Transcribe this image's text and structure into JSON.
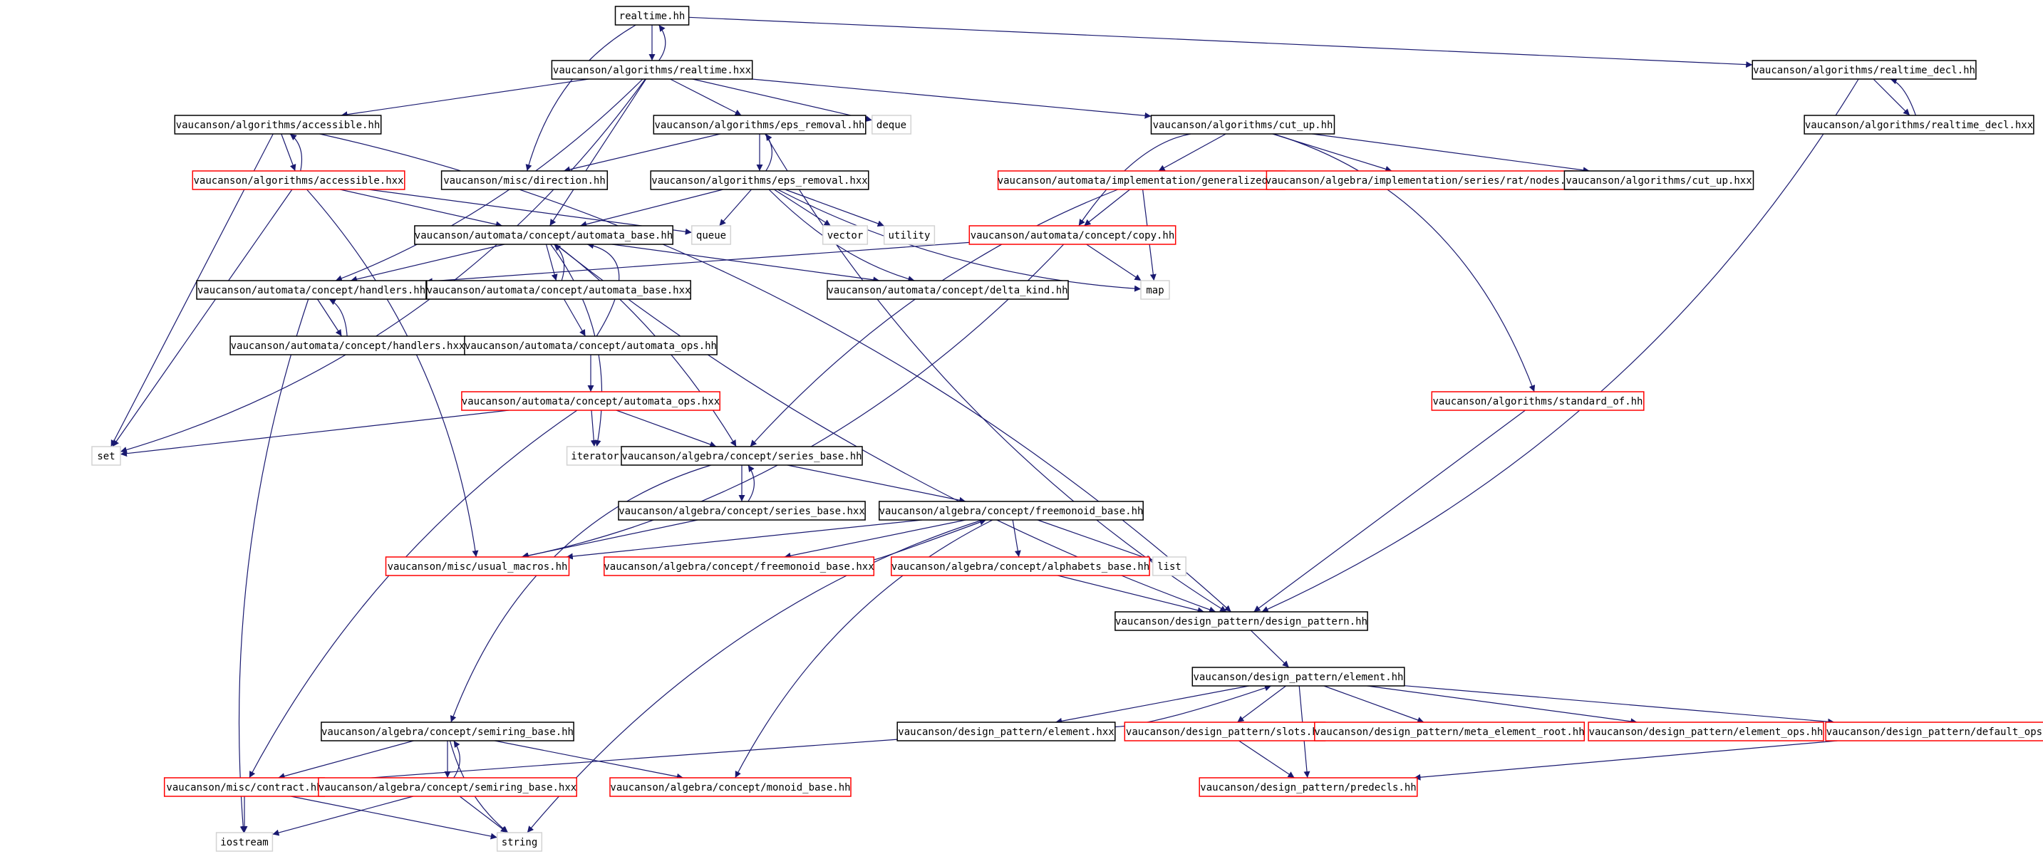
{
  "colors": {
    "node_border_normal": "#000000",
    "node_border_external": "#ff0000",
    "node_border_plain": "#d3d3d3",
    "root_fill": "#bfbfbf",
    "edge_color": "#191970"
  },
  "nodes": [
    {
      "id": "n_realtime_hh",
      "label": "realtime.hh",
      "kind": "root"
    },
    {
      "id": "n_alg_realtime_hxx",
      "label": "vaucanson/algorithms/realtime.hxx",
      "kind": "normal"
    },
    {
      "id": "n_alg_realtime_decl_hh",
      "label": "vaucanson/algorithms/realtime_decl.hh",
      "kind": "normal"
    },
    {
      "id": "n_alg_realtime_decl_hxx",
      "label": "vaucanson/algorithms/realtime_decl.hxx",
      "kind": "normal"
    },
    {
      "id": "n_alg_accessible_hh",
      "label": "vaucanson/algorithms/accessible.hh",
      "kind": "normal"
    },
    {
      "id": "n_alg_eps_removal_hh",
      "label": "vaucanson/algorithms/eps_removal.hh",
      "kind": "normal"
    },
    {
      "id": "n_deque",
      "label": "deque",
      "kind": "plain"
    },
    {
      "id": "n_alg_cut_up_hh",
      "label": "vaucanson/algorithms/cut_up.hh",
      "kind": "normal"
    },
    {
      "id": "n_alg_accessible_hxx",
      "label": "vaucanson/algorithms/accessible.hxx",
      "kind": "external"
    },
    {
      "id": "n_misc_direction_hh",
      "label": "vaucanson/misc/direction.hh",
      "kind": "normal"
    },
    {
      "id": "n_alg_eps_removal_hxx",
      "label": "vaucanson/algorithms/eps_removal.hxx",
      "kind": "normal"
    },
    {
      "id": "n_aut_impl_generalized_hh",
      "label": "vaucanson/automata/implementation/generalized.hh",
      "kind": "external"
    },
    {
      "id": "n_algebra_impl_rat_nodes_hh",
      "label": "vaucanson/algebra/implementation/series/rat/nodes.hh",
      "kind": "external"
    },
    {
      "id": "n_alg_cut_up_hxx",
      "label": "vaucanson/algorithms/cut_up.hxx",
      "kind": "normal"
    },
    {
      "id": "n_aut_automata_base_hh",
      "label": "vaucanson/automata/concept/automata_base.hh",
      "kind": "normal"
    },
    {
      "id": "n_queue",
      "label": "queue",
      "kind": "plain"
    },
    {
      "id": "n_vector",
      "label": "vector",
      "kind": "plain"
    },
    {
      "id": "n_utility",
      "label": "utility",
      "kind": "plain"
    },
    {
      "id": "n_aut_copy_hh",
      "label": "vaucanson/automata/concept/copy.hh",
      "kind": "external"
    },
    {
      "id": "n_aut_handlers_hh",
      "label": "vaucanson/automata/concept/handlers.hh",
      "kind": "normal"
    },
    {
      "id": "n_aut_automata_base_hxx",
      "label": "vaucanson/automata/concept/automata_base.hxx",
      "kind": "normal"
    },
    {
      "id": "n_aut_delta_kind_hh",
      "label": "vaucanson/automata/concept/delta_kind.hh",
      "kind": "normal"
    },
    {
      "id": "n_map",
      "label": "map",
      "kind": "plain"
    },
    {
      "id": "n_aut_handlers_hxx",
      "label": "vaucanson/automata/concept/handlers.hxx",
      "kind": "normal"
    },
    {
      "id": "n_aut_automata_ops_hh",
      "label": "vaucanson/automata/concept/automata_ops.hh",
      "kind": "normal"
    },
    {
      "id": "n_aut_automata_ops_hxx",
      "label": "vaucanson/automata/concept/automata_ops.hxx",
      "kind": "external"
    },
    {
      "id": "n_alg_standard_of_hh",
      "label": "vaucanson/algorithms/standard_of.hh",
      "kind": "external"
    },
    {
      "id": "n_set",
      "label": "set",
      "kind": "plain"
    },
    {
      "id": "n_iterator",
      "label": "iterator",
      "kind": "plain"
    },
    {
      "id": "n_algebra_series_base_hh",
      "label": "vaucanson/algebra/concept/series_base.hh",
      "kind": "normal"
    },
    {
      "id": "n_algebra_series_base_hxx",
      "label": "vaucanson/algebra/concept/series_base.hxx",
      "kind": "normal"
    },
    {
      "id": "n_algebra_freemonoid_base_hh",
      "label": "vaucanson/algebra/concept/freemonoid_base.hh",
      "kind": "normal"
    },
    {
      "id": "n_misc_usual_macros_hh",
      "label": "vaucanson/misc/usual_macros.hh",
      "kind": "external"
    },
    {
      "id": "n_algebra_freemonoid_base_hxx",
      "label": "vaucanson/algebra/concept/freemonoid_base.hxx",
      "kind": "external"
    },
    {
      "id": "n_algebra_alphabets_base_hh",
      "label": "vaucanson/algebra/concept/alphabets_base.hh",
      "kind": "external"
    },
    {
      "id": "n_list",
      "label": "list",
      "kind": "plain"
    },
    {
      "id": "n_dp_design_pattern_hh",
      "label": "vaucanson/design_pattern/design_pattern.hh",
      "kind": "normal"
    },
    {
      "id": "n_dp_element_hh",
      "label": "vaucanson/design_pattern/element.hh",
      "kind": "normal"
    },
    {
      "id": "n_algebra_semiring_base_hh",
      "label": "vaucanson/algebra/concept/semiring_base.hh",
      "kind": "normal"
    },
    {
      "id": "n_dp_element_hxx",
      "label": "vaucanson/design_pattern/element.hxx",
      "kind": "normal"
    },
    {
      "id": "n_dp_slots_hh",
      "label": "vaucanson/design_pattern/slots.hh",
      "kind": "external"
    },
    {
      "id": "n_dp_meta_element_root_hh",
      "label": "vaucanson/design_pattern/meta_element_root.hh",
      "kind": "external"
    },
    {
      "id": "n_dp_element_ops_hh",
      "label": "vaucanson/design_pattern/element_ops.hh",
      "kind": "external"
    },
    {
      "id": "n_dp_default_ops_hh",
      "label": "vaucanson/design_pattern/default_ops.hh",
      "kind": "external"
    },
    {
      "id": "n_misc_contract_hh",
      "label": "vaucanson/misc/contract.hh",
      "kind": "external"
    },
    {
      "id": "n_algebra_semiring_base_hxx",
      "label": "vaucanson/algebra/concept/semiring_base.hxx",
      "kind": "external"
    },
    {
      "id": "n_algebra_monoid_base_hh",
      "label": "vaucanson/algebra/concept/monoid_base.hh",
      "kind": "external"
    },
    {
      "id": "n_dp_predecls_hh",
      "label": "vaucanson/design_pattern/predecls.hh",
      "kind": "external"
    },
    {
      "id": "n_iostream",
      "label": "iostream",
      "kind": "plain"
    },
    {
      "id": "n_string",
      "label": "string",
      "kind": "plain"
    }
  ],
  "edges": [
    [
      "n_realtime_hh",
      "n_alg_realtime_hxx"
    ],
    [
      "n_alg_realtime_hxx",
      "n_realtime_hh"
    ],
    [
      "n_realtime_hh",
      "n_alg_realtime_decl_hh"
    ],
    [
      "n_realtime_hh",
      "n_misc_direction_hh"
    ],
    [
      "n_alg_realtime_decl_hh",
      "n_alg_realtime_decl_hxx"
    ],
    [
      "n_alg_realtime_decl_hxx",
      "n_alg_realtime_decl_hh"
    ],
    [
      "n_alg_realtime_decl_hh",
      "n_dp_design_pattern_hh"
    ],
    [
      "n_alg_realtime_hxx",
      "n_alg_accessible_hh"
    ],
    [
      "n_alg_realtime_hxx",
      "n_alg_eps_removal_hh"
    ],
    [
      "n_alg_realtime_hxx",
      "n_deque"
    ],
    [
      "n_alg_realtime_hxx",
      "n_alg_cut_up_hh"
    ],
    [
      "n_alg_realtime_hxx",
      "n_set"
    ],
    [
      "n_alg_realtime_hxx",
      "n_aut_automata_base_hh"
    ],
    [
      "n_alg_realtime_hxx",
      "n_aut_handlers_hh"
    ],
    [
      "n_alg_accessible_hh",
      "n_alg_accessible_hxx"
    ],
    [
      "n_alg_accessible_hxx",
      "n_alg_accessible_hh"
    ],
    [
      "n_alg_accessible_hh",
      "n_set"
    ],
    [
      "n_alg_accessible_hh",
      "n_dp_design_pattern_hh"
    ],
    [
      "n_alg_accessible_hxx",
      "n_queue"
    ],
    [
      "n_alg_accessible_hxx",
      "n_aut_automata_base_hh"
    ],
    [
      "n_alg_accessible_hxx",
      "n_set"
    ],
    [
      "n_alg_accessible_hxx",
      "n_misc_usual_macros_hh"
    ],
    [
      "n_alg_eps_removal_hh",
      "n_alg_eps_removal_hxx"
    ],
    [
      "n_alg_eps_removal_hxx",
      "n_alg_eps_removal_hh"
    ],
    [
      "n_alg_eps_removal_hh",
      "n_misc_direction_hh"
    ],
    [
      "n_alg_eps_removal_hh",
      "n_dp_design_pattern_hh"
    ],
    [
      "n_alg_eps_removal_hxx",
      "n_aut_automata_base_hh"
    ],
    [
      "n_alg_eps_removal_hxx",
      "n_queue"
    ],
    [
      "n_alg_eps_removal_hxx",
      "n_vector"
    ],
    [
      "n_alg_eps_removal_hxx",
      "n_utility"
    ],
    [
      "n_alg_eps_removal_hxx",
      "n_map"
    ],
    [
      "n_alg_eps_removal_hxx",
      "n_aut_delta_kind_hh"
    ],
    [
      "n_alg_cut_up_hh",
      "n_aut_impl_generalized_hh"
    ],
    [
      "n_alg_cut_up_hh",
      "n_algebra_impl_rat_nodes_hh"
    ],
    [
      "n_alg_cut_up_hh",
      "n_alg_cut_up_hxx"
    ],
    [
      "n_alg_cut_up_hh",
      "n_aut_copy_hh"
    ],
    [
      "n_alg_cut_up_hh",
      "n_alg_standard_of_hh"
    ],
    [
      "n_aut_impl_generalized_hh",
      "n_aut_copy_hh"
    ],
    [
      "n_aut_impl_generalized_hh",
      "n_map"
    ],
    [
      "n_aut_impl_generalized_hh",
      "n_algebra_series_base_hh"
    ],
    [
      "n_aut_copy_hh",
      "n_map"
    ],
    [
      "n_aut_copy_hh",
      "n_aut_handlers_hh"
    ],
    [
      "n_aut_copy_hh",
      "n_misc_usual_macros_hh"
    ],
    [
      "n_aut_automata_base_hh",
      "n_aut_handlers_hh"
    ],
    [
      "n_aut_automata_base_hh",
      "n_aut_automata_base_hxx"
    ],
    [
      "n_aut_automata_base_hxx",
      "n_aut_automata_base_hh"
    ],
    [
      "n_aut_automata_base_hh",
      "n_aut_delta_kind_hh"
    ],
    [
      "n_aut_automata_base_hh",
      "n_algebra_series_base_hh"
    ],
    [
      "n_aut_automata_base_hh",
      "n_iterator"
    ],
    [
      "n_aut_automata_base_hh",
      "n_dp_design_pattern_hh"
    ],
    [
      "n_aut_automata_base_hxx",
      "n_aut_automata_ops_hh"
    ],
    [
      "n_aut_automata_ops_hh",
      "n_aut_automata_base_hh"
    ],
    [
      "n_aut_automata_ops_hh",
      "n_aut_automata_ops_hxx"
    ],
    [
      "n_aut_handlers_hh",
      "n_aut_handlers_hxx"
    ],
    [
      "n_aut_handlers_hxx",
      "n_aut_handlers_hh"
    ],
    [
      "n_aut_handlers_hh",
      "n_iostream"
    ],
    [
      "n_aut_automata_ops_hxx",
      "n_set"
    ],
    [
      "n_aut_automata_ops_hxx",
      "n_iterator"
    ],
    [
      "n_aut_automata_ops_hxx",
      "n_algebra_series_base_hh"
    ],
    [
      "n_aut_automata_ops_hxx",
      "n_misc_contract_hh"
    ],
    [
      "n_alg_standard_of_hh",
      "n_dp_design_pattern_hh"
    ],
    [
      "n_algebra_series_base_hh",
      "n_algebra_series_base_hxx"
    ],
    [
      "n_algebra_series_base_hxx",
      "n_algebra_series_base_hh"
    ],
    [
      "n_algebra_series_base_hh",
      "n_algebra_freemonoid_base_hh"
    ],
    [
      "n_algebra_series_base_hh",
      "n_algebra_semiring_base_hh"
    ],
    [
      "n_algebra_series_base_hxx",
      "n_misc_usual_macros_hh"
    ],
    [
      "n_algebra_freemonoid_base_hh",
      "n_misc_usual_macros_hh"
    ],
    [
      "n_algebra_freemonoid_base_hh",
      "n_algebra_freemonoid_base_hxx"
    ],
    [
      "n_algebra_freemonoid_base_hxx",
      "n_algebra_freemonoid_base_hh"
    ],
    [
      "n_algebra_freemonoid_base_hh",
      "n_algebra_alphabets_base_hh"
    ],
    [
      "n_algebra_freemonoid_base_hh",
      "n_list"
    ],
    [
      "n_algebra_freemonoid_base_hh",
      "n_string"
    ],
    [
      "n_algebra_freemonoid_base_hh",
      "n_algebra_monoid_base_hh"
    ],
    [
      "n_algebra_alphabets_base_hh",
      "n_dp_design_pattern_hh"
    ],
    [
      "n_dp_design_pattern_hh",
      "n_dp_element_hh"
    ],
    [
      "n_dp_element_hh",
      "n_dp_element_hxx"
    ],
    [
      "n_dp_element_hxx",
      "n_dp_element_hh"
    ],
    [
      "n_dp_element_hh",
      "n_dp_slots_hh"
    ],
    [
      "n_dp_element_hh",
      "n_dp_meta_element_root_hh"
    ],
    [
      "n_dp_element_hh",
      "n_dp_element_ops_hh"
    ],
    [
      "n_dp_element_hh",
      "n_dp_default_ops_hh"
    ],
    [
      "n_dp_element_hh",
      "n_dp_predecls_hh"
    ],
    [
      "n_dp_slots_hh",
      "n_dp_predecls_hh"
    ],
    [
      "n_dp_default_ops_hh",
      "n_dp_predecls_hh"
    ],
    [
      "n_dp_element_hxx",
      "n_misc_contract_hh"
    ],
    [
      "n_algebra_semiring_base_hh",
      "n_misc_contract_hh"
    ],
    [
      "n_algebra_semiring_base_hh",
      "n_algebra_semiring_base_hxx"
    ],
    [
      "n_algebra_semiring_base_hxx",
      "n_algebra_semiring_base_hh"
    ],
    [
      "n_algebra_semiring_base_hh",
      "n_algebra_monoid_base_hh"
    ],
    [
      "n_algebra_semiring_base_hh",
      "n_string"
    ],
    [
      "n_algebra_semiring_base_hxx",
      "n_iostream"
    ],
    [
      "n_algebra_semiring_base_hxx",
      "n_string"
    ],
    [
      "n_misc_contract_hh",
      "n_iostream"
    ],
    [
      "n_misc_contract_hh",
      "n_string"
    ]
  ]
}
